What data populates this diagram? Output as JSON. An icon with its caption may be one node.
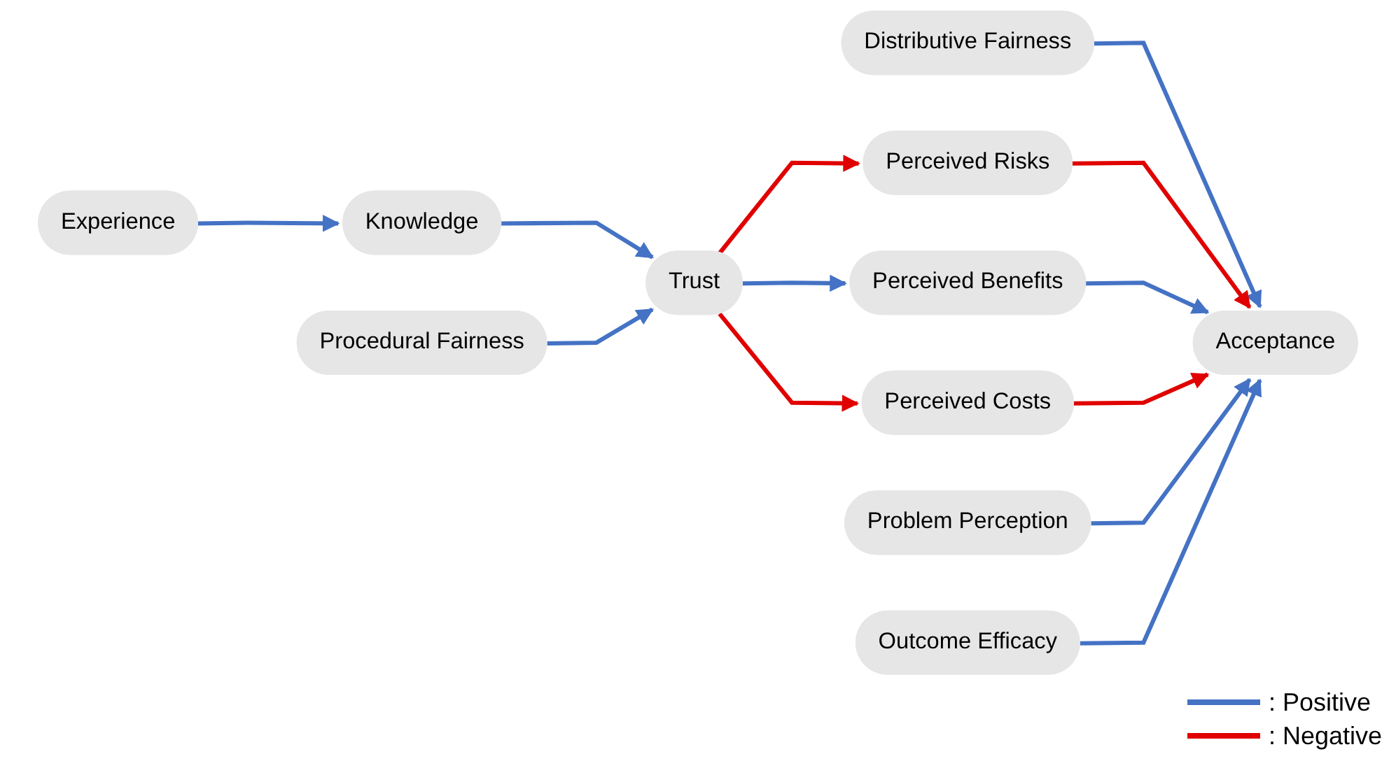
{
  "diagram": {
    "nodes": [
      {
        "text": [
          "Experience"
        ]
      },
      {
        "text": [
          "Knowledge"
        ]
      },
      {
        "text": [
          "Trust"
        ]
      },
      {
        "text": [
          "Procedural Fairness"
        ]
      },
      {
        "text": [
          "Distributive Fairness"
        ]
      },
      {
        "text": [
          "Perceived Risks"
        ]
      },
      {
        "text": [
          "Perceived Benefits"
        ]
      },
      {
        "text": [
          "Perceived Costs"
        ]
      },
      {
        "text": [
          "Problem Perception"
        ]
      },
      {
        "text": [
          "Acceptance"
        ]
      },
      {
        "text": [
          "Outcome Efficacy"
        ]
      }
    ],
    "edges": [
      {
        "from": 0,
        "to": 1,
        "arrow": "to"
      },
      {
        "from": 1,
        "to": 2,
        "arrow": "to"
      },
      {
        "from": 3,
        "to": 2,
        "arrow": "to"
      },
      {
        "from": 2,
        "to": 5,
        "arrow": "to",
        "color": "#e00000"
      },
      {
        "from": 2,
        "to": 6,
        "arrow": "to"
      },
      {
        "from": 2,
        "to": 7,
        "arrow": "to",
        "color": "#e00000"
      },
      {
        "from": 4,
        "to": 9,
        "arrow": "to"
      },
      {
        "from": 5,
        "to": 9,
        "arrow": "to",
        "color": "#e00000"
      },
      {
        "from": 6,
        "to": 9,
        "arrow": "to"
      },
      {
        "from": 7,
        "to": 9,
        "arrow": "to",
        "color": "#e00000"
      },
      {
        "from": 8,
        "to": 9,
        "arrow": "to"
      },
      {
        "from": 10,
        "to": 9,
        "arrow": "to"
      }
    ],
    "legend": [
      {
        "text": ": Positive",
        "color": "#4472c4"
      },
      {
        "text": ": Negative",
        "color": "#e00000"
      }
    ]
  }
}
